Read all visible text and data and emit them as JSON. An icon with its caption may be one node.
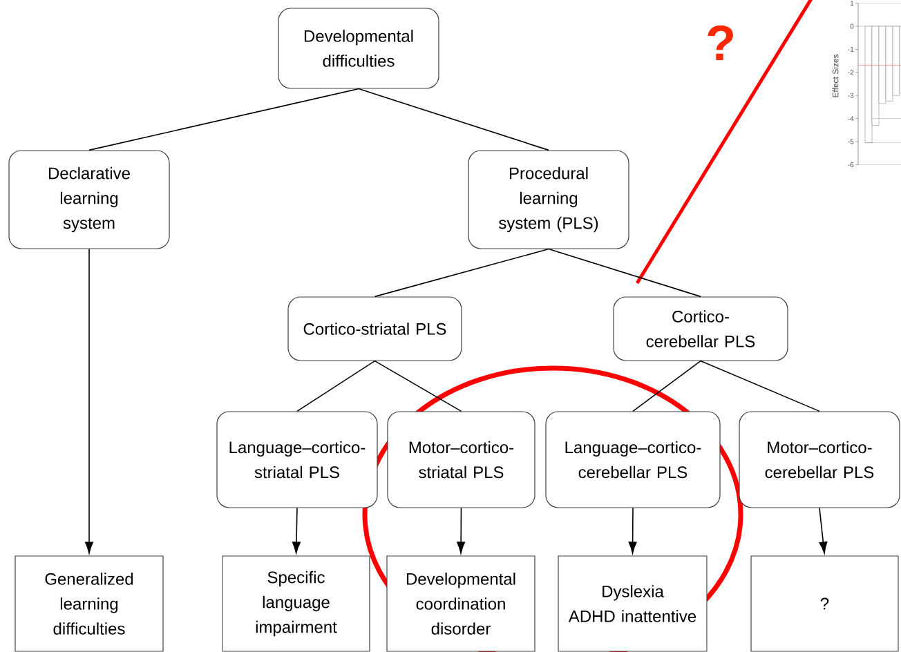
{
  "diagram": {
    "nodes": [
      {
        "text": [
          "Developmental difficulties"
        ]
      },
      {
        "text": [
          "Declarative learning system"
        ]
      },
      {
        "text": [
          "Procedural learning system (PLS)"
        ]
      },
      {
        "text": [
          "Cortico-striatal PLS"
        ]
      },
      {
        "text": [
          "Cortico-cerebellar PLS"
        ]
      },
      {
        "text": [
          "Language–cortico-striatal PLS"
        ]
      },
      {
        "text": [
          "Motor–cortico-striatal PLS"
        ]
      },
      {
        "text": [
          "Language–cortico-cerebellar PLS"
        ]
      },
      {
        "text": [
          "Motor–cortico-cerebellar PLS"
        ]
      },
      {
        "text": [
          "Generalized learning difficulties"
        ]
      },
      {
        "text": [
          "Specific language impairment"
        ]
      },
      {
        "text": [
          "Developmental coordination disorder"
        ]
      },
      {
        "text": [
          "Dyslexia",
          "ADHD inattentive"
        ]
      },
      {
        "text": [
          "?"
        ]
      }
    ],
    "edges": [
      {
        "from": 0,
        "to": 1,
        "arrow": "none"
      },
      {
        "from": 0,
        "to": 2,
        "arrow": "none"
      },
      {
        "from": 1,
        "to": 9,
        "arrow": "to"
      },
      {
        "from": 2,
        "to": 3,
        "arrow": "none"
      },
      {
        "from": 2,
        "to": 4,
        "arrow": "none"
      },
      {
        "from": 3,
        "to": 5,
        "arrow": "none"
      },
      {
        "from": 3,
        "to": 6,
        "arrow": "none"
      },
      {
        "from": 4,
        "to": 7,
        "arrow": "none"
      },
      {
        "from": 4,
        "to": 8,
        "arrow": "none"
      },
      {
        "from": 5,
        "to": 10,
        "arrow": "to"
      },
      {
        "from": 6,
        "to": 11,
        "arrow": "to"
      },
      {
        "from": 7,
        "to": 12,
        "arrow": "to"
      },
      {
        "from": 8,
        "to": 13,
        "arrow": "to"
      }
    ],
    "labels": [
      "?",
      "1",
      "0",
      "-1",
      "Effect Sizes",
      "-2",
      "-3",
      "-4",
      "-5",
      "-6"
    ]
  }
}
